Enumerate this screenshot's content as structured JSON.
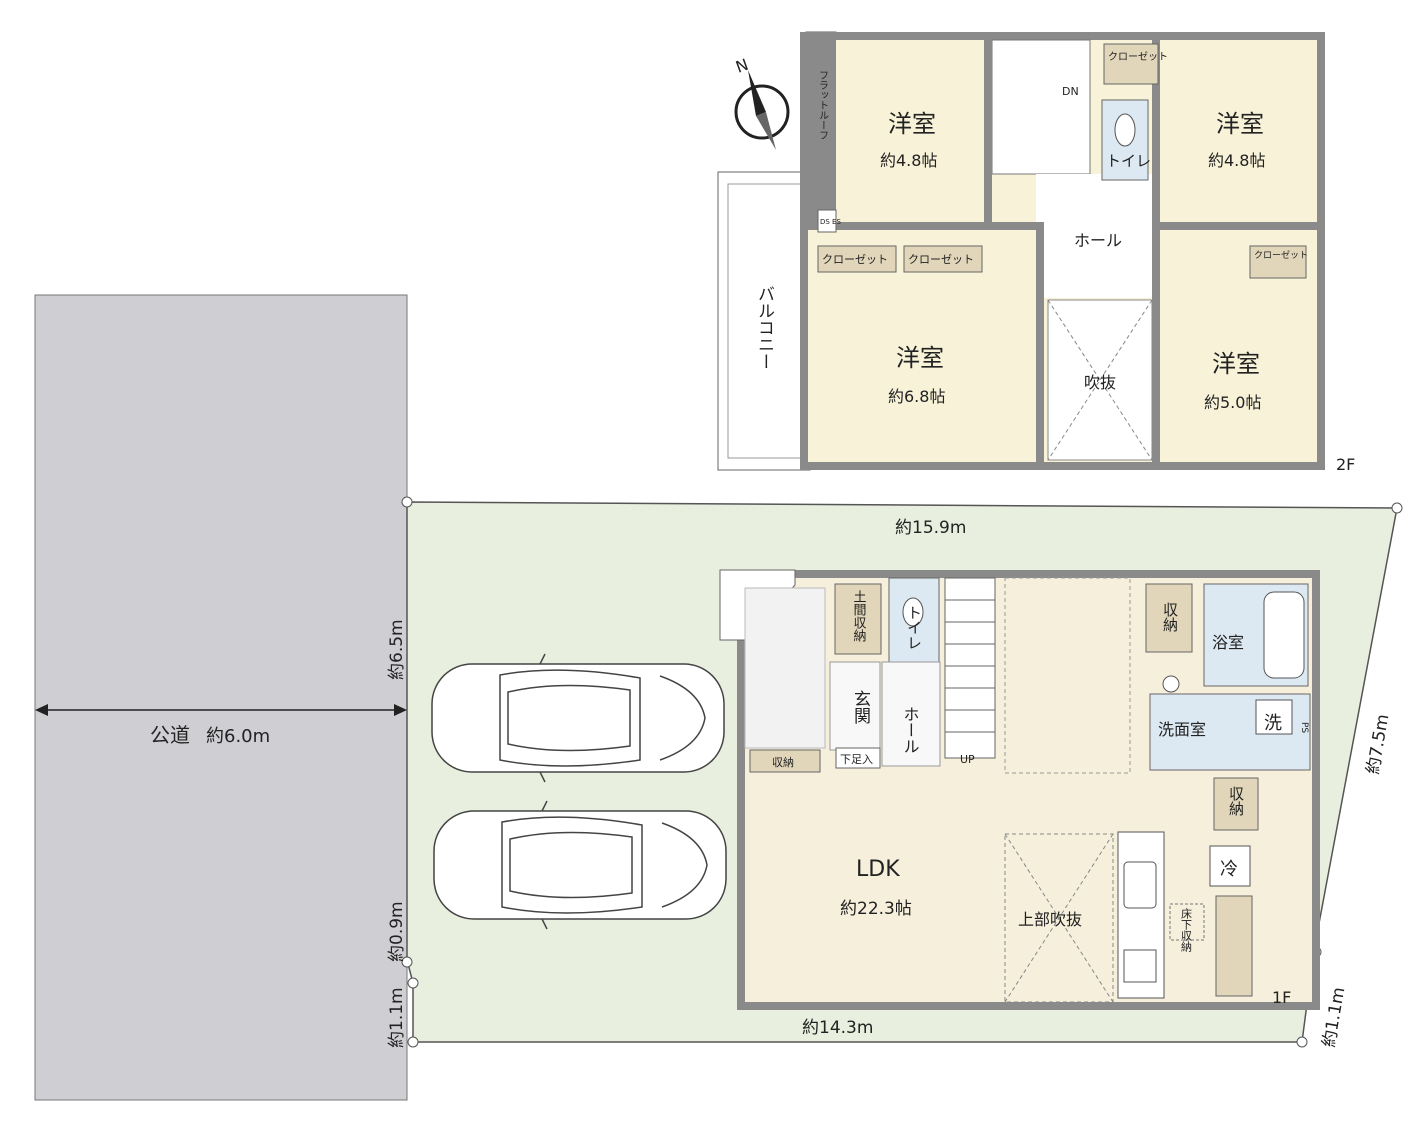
{
  "compass": {
    "north": "N"
  },
  "floor2": {
    "label": "2F",
    "flat_roof": "フラットルーフ",
    "balcony": "バルコニー",
    "ds_es": "DS ES",
    "stairs_dn": "DN",
    "toilet": "トイレ",
    "hall": "ホール",
    "fukinuke": "吹抜",
    "rooms": [
      {
        "name": "洋室",
        "size": "約4.8帖"
      },
      {
        "name": "洋室",
        "size": "約4.8帖"
      },
      {
        "name": "洋室",
        "size": "約6.8帖"
      },
      {
        "name": "洋室",
        "size": "約5.0帖"
      }
    ],
    "closets": [
      "クローゼット",
      "クローゼット",
      "クローゼット",
      "クローゼット"
    ]
  },
  "floor1": {
    "label": "1F",
    "doma_storage": "土間収納",
    "toilet": "トイレ",
    "genkan": "玄関",
    "hall": "ホール",
    "shoe_box": "下足入",
    "stairs_up": "UP",
    "storage": "収納",
    "bath": "浴室",
    "washroom": "洗面室",
    "washer": "洗",
    "ps": "PS",
    "ldk_name": "LDK",
    "ldk_size": "約22.3帖",
    "upper_fukinuke": "上部吹抜",
    "fridge": "冷",
    "underfloor": "床下収納"
  },
  "site": {
    "road": "公道",
    "road_width": "約6.0m",
    "dims": {
      "top": "約15.9m",
      "bottom": "約14.3m",
      "left_upper": "約6.5m",
      "left_mid": "約0.9m",
      "left_lower": "約1.1m",
      "right_side": "約7.5m",
      "right_lower": "約1.1m"
    }
  },
  "colors": {
    "lot": "#e8efdf",
    "road": "#cfcfd3",
    "room": "#f7f2d8",
    "ldk": "#f6efdc",
    "wet": "#dde9f2",
    "storage": "#e1d6b9",
    "wall": "#8a8a8a",
    "line": "#555555"
  }
}
